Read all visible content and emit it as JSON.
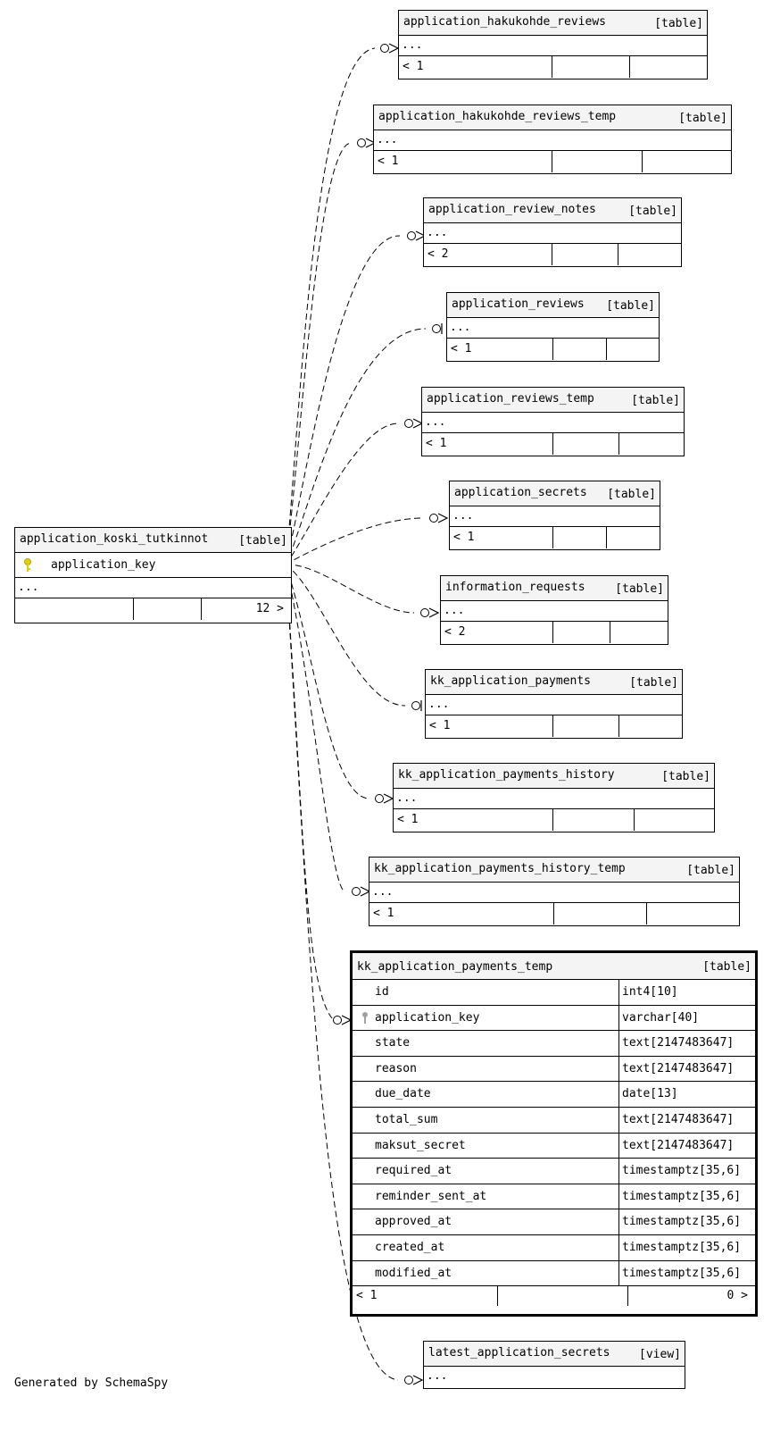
{
  "source_table": {
    "name": "application_koski_tutkinnot",
    "type": "[table]",
    "pk_column": "application_key",
    "more": "...",
    "children_count": "12 >"
  },
  "tables": [
    {
      "name": "application_hakukohde_reviews",
      "type": "[table]",
      "more": "...",
      "parents": "< 1"
    },
    {
      "name": "application_hakukohde_reviews_temp",
      "type": "[table]",
      "more": "...",
      "parents": "< 1"
    },
    {
      "name": "application_review_notes",
      "type": "[table]",
      "more": "...",
      "parents": "< 2"
    },
    {
      "name": "application_reviews",
      "type": "[table]",
      "more": "...",
      "parents": "< 1"
    },
    {
      "name": "application_reviews_temp",
      "type": "[table]",
      "more": "...",
      "parents": "< 1"
    },
    {
      "name": "application_secrets",
      "type": "[table]",
      "more": "...",
      "parents": "< 1"
    },
    {
      "name": "information_requests",
      "type": "[table]",
      "more": "...",
      "parents": "< 2"
    },
    {
      "name": "kk_application_payments",
      "type": "[table]",
      "more": "...",
      "parents": "< 1"
    },
    {
      "name": "kk_application_payments_history",
      "type": "[table]",
      "more": "...",
      "parents": "< 1"
    },
    {
      "name": "kk_application_payments_history_temp",
      "type": "[table]",
      "more": "...",
      "parents": "< 1"
    }
  ],
  "focus_table": {
    "name": "kk_application_payments_temp",
    "type": "[table]",
    "columns": [
      {
        "name": "id",
        "type": "int4[10]"
      },
      {
        "name": "application_key",
        "type": "varchar[40]"
      },
      {
        "name": "state",
        "type": "text[2147483647]"
      },
      {
        "name": "reason",
        "type": "text[2147483647]"
      },
      {
        "name": "due_date",
        "type": "date[13]"
      },
      {
        "name": "total_sum",
        "type": "text[2147483647]"
      },
      {
        "name": "maksut_secret",
        "type": "text[2147483647]"
      },
      {
        "name": "required_at",
        "type": "timestamptz[35,6]"
      },
      {
        "name": "reminder_sent_at",
        "type": "timestamptz[35,6]"
      },
      {
        "name": "approved_at",
        "type": "timestamptz[35,6]"
      },
      {
        "name": "created_at",
        "type": "timestamptz[35,6]"
      },
      {
        "name": "modified_at",
        "type": "timestamptz[35,6]"
      }
    ],
    "parents": "< 1",
    "children": "0 >"
  },
  "view": {
    "name": "latest_application_secrets",
    "type": "[view]",
    "more": "..."
  },
  "footer": "Generated by SchemaSpy",
  "colors": {
    "primary_key_icon": "#e0d000",
    "foreign_key_icon": "#a0a0a0",
    "header_bg": "#f4f4f4"
  }
}
